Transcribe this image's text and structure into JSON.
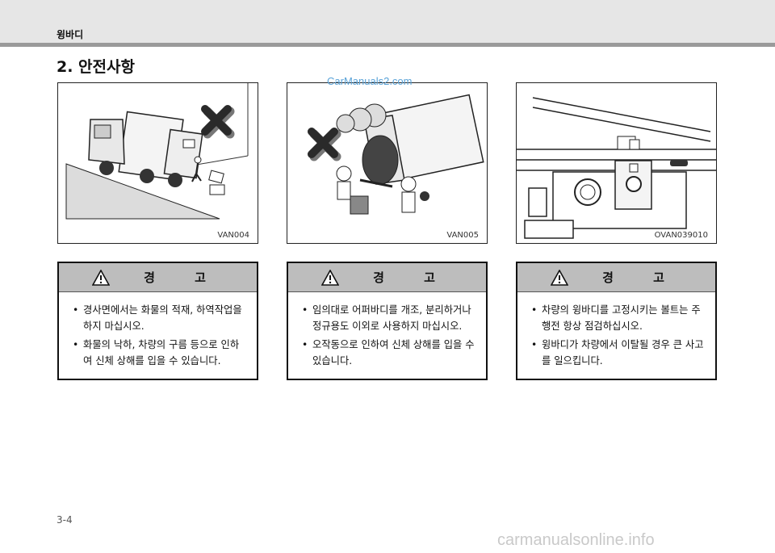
{
  "header": {
    "title": "윙바디"
  },
  "section": {
    "title": "2. 안전사항"
  },
  "figures": [
    {
      "code": "VAN004",
      "icon": "forbidden-x-icon"
    },
    {
      "code": "VAN005",
      "icon": "forbidden-x-icon"
    },
    {
      "code": "OVAN039010",
      "icon": ""
    }
  ],
  "watermarks": {
    "top": "CarManuals2.com",
    "bottom": "carmanualsonline.info"
  },
  "warnings": [
    {
      "title": "경 고",
      "bullets": [
        "경사면에서는 화물의 적재, 하역작업을 하지 마십시오.",
        "화물의 낙하, 차량의 구름 등으로 인하여 신체 상해를 입을 수 있습니다."
      ]
    },
    {
      "title": "경 고",
      "bullets": [
        "임의대로 어퍼바디를 개조, 분리하거나 정규용도 이외로 사용하지 마십시오.",
        "오작동으로 인하여 신체 상해를 입을 수 있습니다."
      ]
    },
    {
      "title": "경 고",
      "bullets": [
        "차량의 윙바디를 고정시키는 볼트는 주행전 항상 점검하십시오.",
        "윙바디가 차량에서 이탈될 경우 큰 사고를 일으킵니다."
      ]
    }
  ],
  "page": {
    "number": "3-4"
  }
}
